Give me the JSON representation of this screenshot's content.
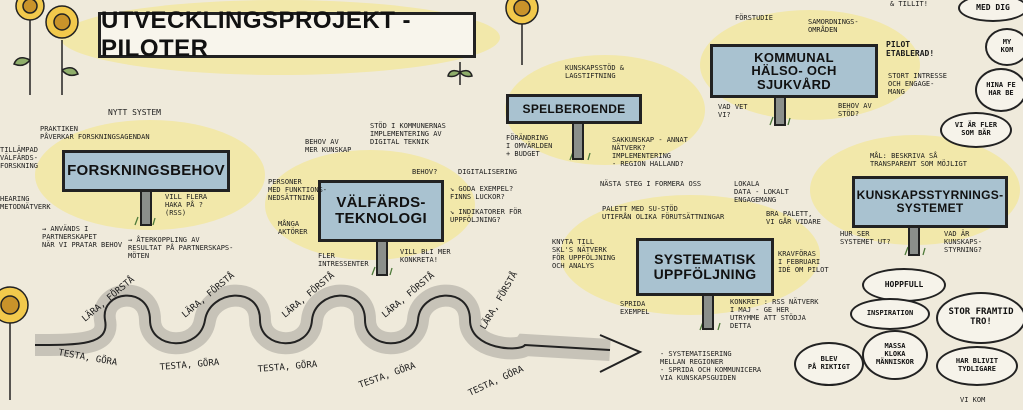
{
  "title": "UTVECKLINGSPROJEKT - PILOTER",
  "signs": {
    "forskningsbehov": "FORSKNINGSBEHOV",
    "valfardsteknologi_1": "VÄLFÄRDS-",
    "valfardsteknologi_2": "TEKNOLOGI",
    "spelberoende": "SPELBEROENDE",
    "kommunal_1": "KOMMUNAL",
    "kommunal_2": "HÄLSO- OCH SJUKVÅRD",
    "systematisk_1": "SYSTEMATISK",
    "systematisk_2": "UPPFÖLJNING",
    "kunskapsstyrning_1": "KUNSKAPSSTYRNINGS-",
    "kunskapsstyrning_2": "SYSTEMET"
  },
  "notes": {
    "nytt_system": "NYTT SYSTEM",
    "praktiken": "PRAKTIKEN\nPÅVERKAR FORSKNINGSAGENDAN",
    "tillampad": "TILLÄMPAD\nVÄLFÄRDS-\nFORSKNING",
    "hearing": "HEARING\nMETODNÄTVERK",
    "anvands": "→ ANVÄNDS I\nPARTNERSKAPET\nNÄR VI PRATAR BEHOV",
    "aterkoppling": "→ ÅTERKOPPLING AV\nRESULTAT PÅ PARTNERSKAPS-\nMÖTEN",
    "vill_flera": "VILL FLERA\nHAKA PÅ ?\n(RSS)",
    "behov_av": "BEHOV AV\nMER KUNSKAP",
    "personer": "PERSONER\nMED FUNKTIONS-\nNEDSÄTTNING",
    "manga_aktorer": "MÅNGA\nAKTÖRER",
    "fler_intressenter": "FLER\nINTRESSENTER",
    "stod_kommunerna": "STÖD I KOMMUNERNAS\nIMPLEMENTERING AV\nDIGITAL TEKNIK",
    "behov_q": "BEHOV?",
    "digitalisering": "DIGITALISERING",
    "goda_exempel": "↘ GODA EXEMPEL?\nFINNS LUCKOR?",
    "indikatorer": "↘ INDIKATORER FÖR\nUPPFÖLJNING?",
    "vill_bli": "VILL BLI MER\nKONKRETA!",
    "kunskapsstod": "KUNSKAPSSTÖD &\nLAGSTIFTNING",
    "forandring": "FÖRÄNDRING\nI OMVÄRLDEN\n+ BUDGET",
    "sakkunskap": "SAKKUNSKAP - ANNAT\nNÄTVERK?\nIMPLEMENTERING\n- REGION HALLAND?",
    "nasta_steg": "NÄSTA STEG I FORMERA OSS",
    "forstudie": "FÖRSTUDIE",
    "samordningsomraden": "SAMORDNINGS-\nOMRÅDEN",
    "vad_vet_vi": "VAD VET\nVI?",
    "behov_av_stod": "BEHOV AV\nSTÖD?",
    "pilot_etablerad": "PILOT\nETABLERAD!",
    "stort_intresse": "STORT INTRESSE\nOCH ENGAGE-\nMANG",
    "tillit": "& TILLIT!",
    "lokala_data": "LOKALA\nDATA - LOKALT\nENGAGEMANG",
    "palett": "PALETT MED SU-STÖD\nUTIFRÅN OLIKA FÖRUTSÄTTNINGAR",
    "bra_palett": "BRA PALETT,\nVI GÅR VIDARE",
    "knyta_till": "KNYTA TILL\nSKL'S NÄTVERK\nFÖR UPPFÖLJNING\nOCH ANALYS",
    "kravforas": "KRAVFÖRAS\nI FEBRUARI\nIDÉ OM PILOT",
    "sprida_exempel": "SPRIDA\nEXEMPEL",
    "konkret": "KONKRET : RSS NÄTVERK\nI MAJ - GE HER\nUTRYMME ATT STÖDJA\nDETTA",
    "systematisera": "- SYSTEMATISERING\nMELLAN REGIONER\n- SPRIDA OCH KOMMUNICERA\nVIA KUNSKAPSGUIDEN",
    "mal_beskriva": "MÅL: BESKRIVA SÅ\nTRANSPARENT SOM MÖJLIGT",
    "hur_ser": "HUR SER\nSYSTEMET UT?",
    "vad_ar": "VAD ÄR\nKUNSKAPS-\nSTYRNING?",
    "vi_kom": "VI KOM"
  },
  "bubbles": {
    "med_dig": "MED DIG",
    "my": "MY\nKOM",
    "hina": "HINA FE\nHAR BE",
    "vi_ar_fler": "VI ÄR FLER\nSOM BÄR",
    "hoppfull": "HOPPFULL",
    "inspiration": "INSPIRATION",
    "stor_framtidstro": "STOR FRAMTID\nTRO!",
    "massa_kloka": "MASSA\nKLOKA\nMÄNNISKOR",
    "blev_pa_riktigt": "BLEV\nPÅ RIKTIGT",
    "har_blivit": "HAR BLIVIT\nTYDLIGARE"
  },
  "loops": {
    "top": "LÄRA, FÖRSTÅ",
    "bottom": "TESTA, GÖRA"
  },
  "colors": {
    "sign_fill": "#a9c2d0",
    "highlight": "#f3e79a",
    "paper": "#efeadb",
    "ink": "#222222"
  }
}
